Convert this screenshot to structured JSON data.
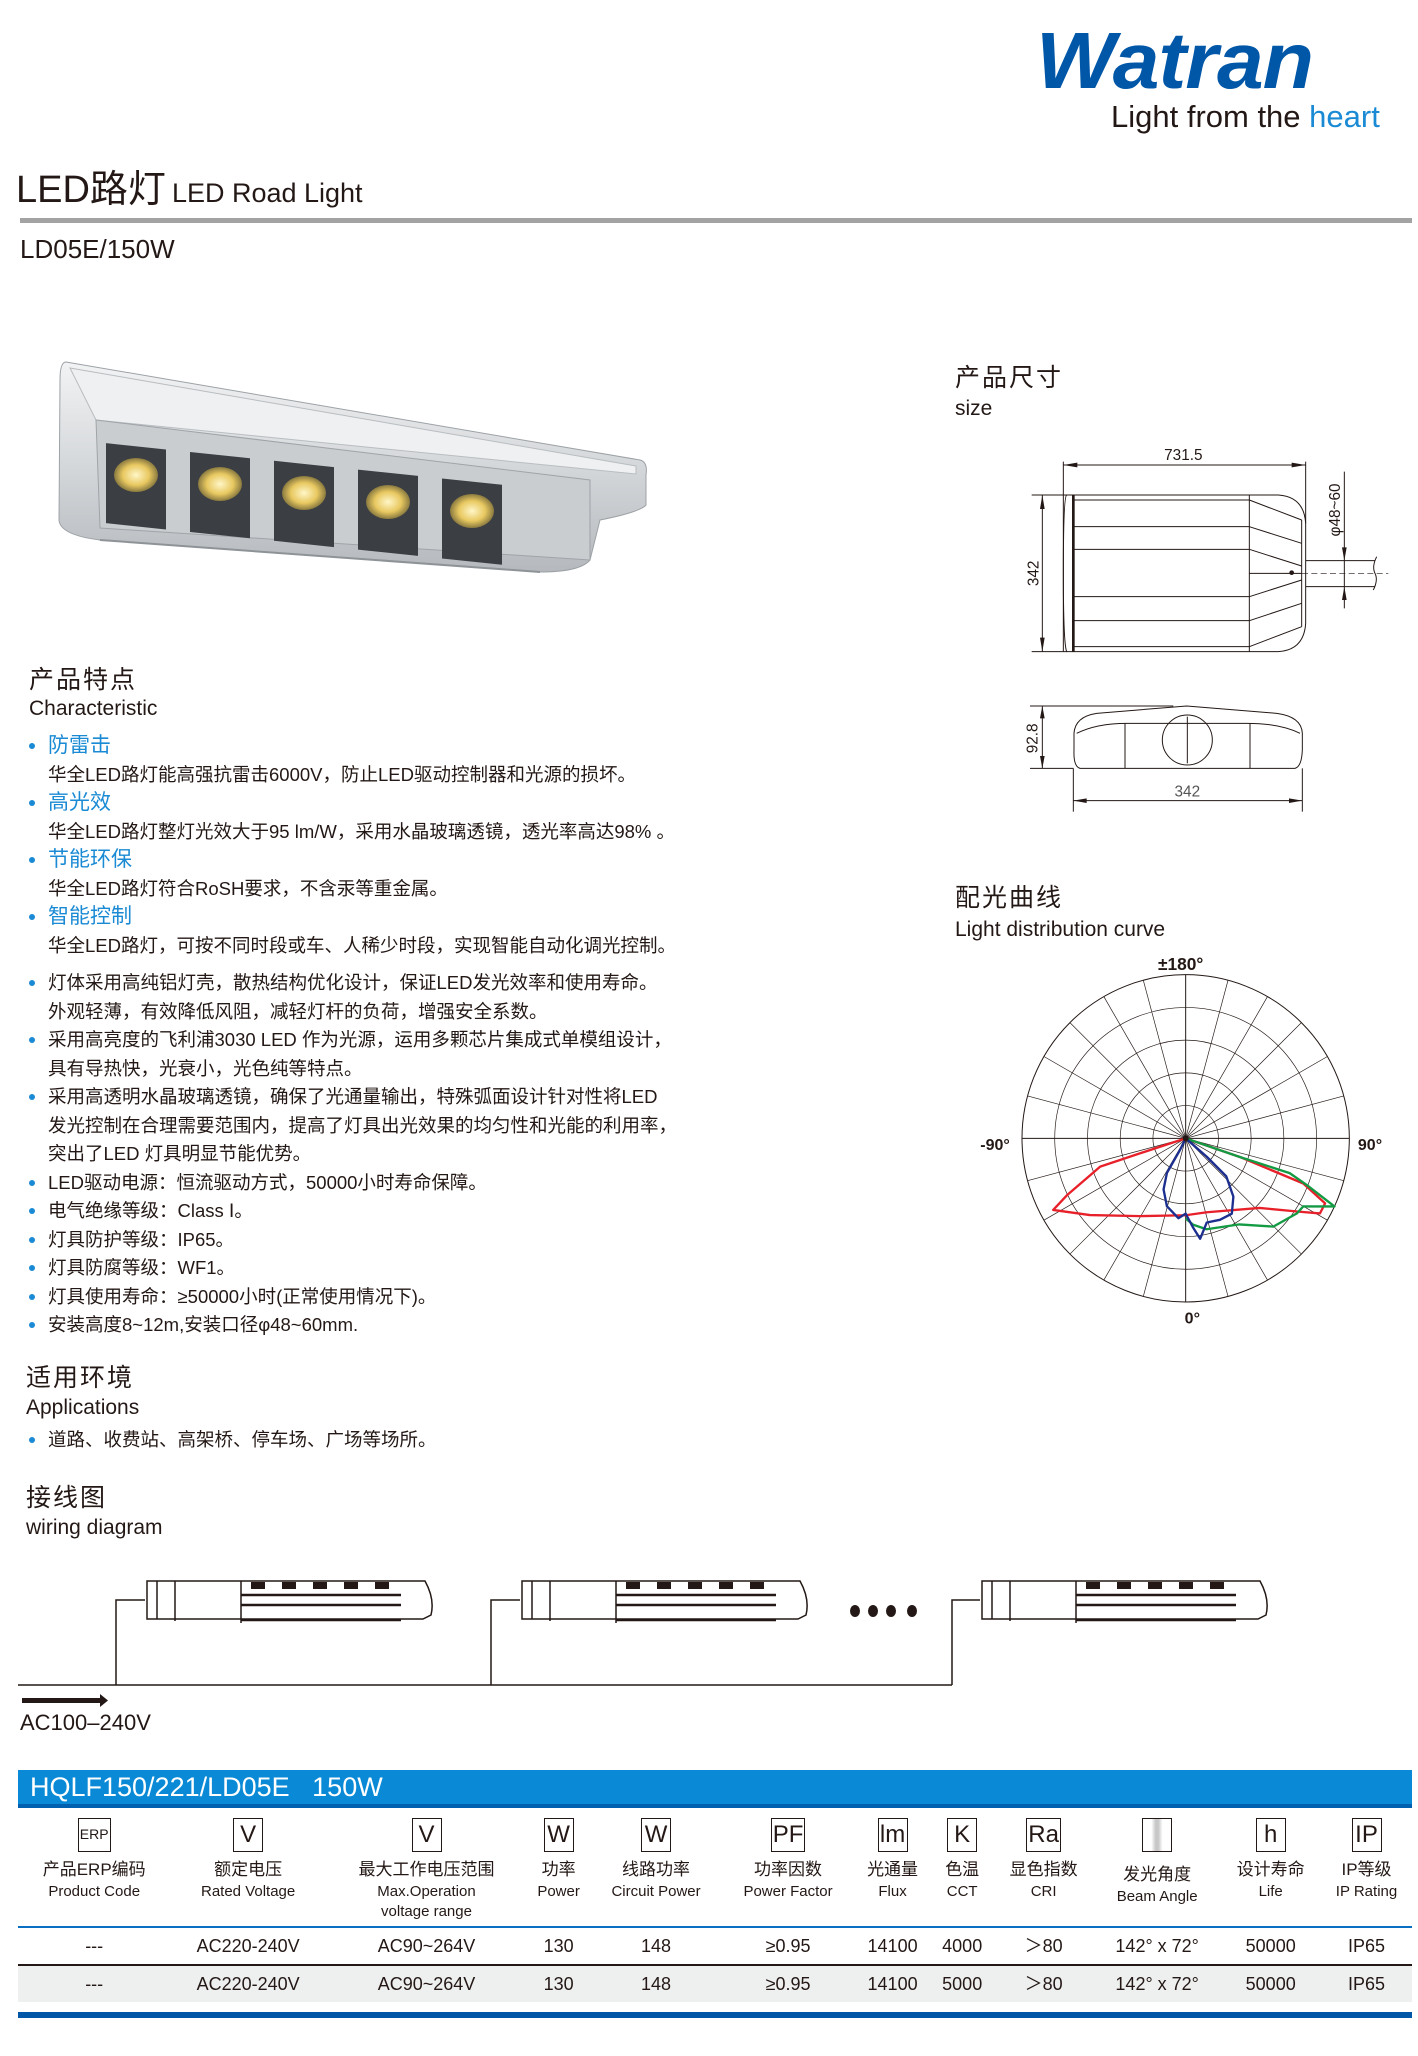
{
  "brand": {
    "name": "Watran",
    "tagline_prefix": "Light from the ",
    "tagline_highlight": "heart",
    "color": "#0057a8",
    "accent": "#1a8ad4"
  },
  "header": {
    "title_cn": "LED路灯",
    "title_en": "LED Road Light",
    "model": "LD05E/150W"
  },
  "size_section": {
    "title_cn": "产品尺寸",
    "title_en": "size",
    "dim_length": "731.5",
    "dim_width_top": "342",
    "dim_pole": "φ48~60",
    "dim_height": "92.8",
    "dim_width_side": "342"
  },
  "characteristic": {
    "title_cn": "产品特点",
    "title_en": "Characteristic",
    "features": [
      {
        "title": "防雷击",
        "body": "华全LED路灯能高强抗雷击6000V，防止LED驱动控制器和光源的损坏。"
      },
      {
        "title": "高光效",
        "body": "华全LED路灯整灯光效大于95 lm/W，采用水晶玻璃透镜，透光率高达98% 。"
      },
      {
        "title": "节能环保",
        "body": "华全LED路灯符合RoSH要求，不含汞等重金属。"
      },
      {
        "title": "智能控制",
        "body": "华全LED路灯，可按不同时段或车、人稀少时段，实现智能自动化调光控制。"
      }
    ],
    "extras": [
      {
        "lines": [
          "灯体采用高纯铝灯壳，散热结构优化设计，保证LED发光效率和使用寿命。",
          "外观轻薄，有效降低风阻，减轻灯杆的负荷，增强安全系数。"
        ]
      },
      {
        "lines": [
          "采用高亮度的飞利浦3030 LED 作为光源，运用多颗芯片集成式单模组设计，",
          "具有导热快，光衰小，光色纯等特点。"
        ]
      },
      {
        "lines": [
          "采用高透明水晶玻璃透镜，确保了光通量输出，特殊弧面设计针对性将LED",
          "发光控制在合理需要范围内，提高了灯具出光效果的均匀性和光能的利用率，",
          "突出了LED 灯具明显节能优势。"
        ]
      },
      {
        "lines": [
          "LED驱动电源：恒流驱动方式，50000小时寿命保障。"
        ]
      },
      {
        "lines": [
          "电气绝缘等级：Class Ⅰ。"
        ]
      },
      {
        "lines": [
          "灯具防护等级：IP65。"
        ]
      },
      {
        "lines": [
          "灯具防腐等级：WF1。"
        ]
      },
      {
        "lines": [
          "灯具使用寿命：≥50000小时(正常使用情况下)。"
        ]
      },
      {
        "lines": [
          "安装高度8~12m,安装口径φ48~60mm."
        ]
      }
    ]
  },
  "applications": {
    "title_cn": "适用环境",
    "title_en": "Applications",
    "text": "道路、收费站、高架桥、停车场、广场等场所。"
  },
  "wiring": {
    "title_cn": "接线图",
    "title_en": "wiring diagram",
    "input": "AC100–240V"
  },
  "chart_data": {
    "type": "polar",
    "title_cn": "配光曲线",
    "title": "Light distribution curve",
    "angle_labels": {
      "top": "±180°",
      "left": "-90°",
      "right": "90°",
      "bottom": "0°"
    },
    "grid": {
      "rings": 5,
      "spoke_step_deg": 15
    },
    "rlim": [
      0,
      1
    ],
    "series": [
      {
        "name": "red",
        "color": "#e8202a",
        "points": [
          [
            0,
            0
          ],
          [
            -71.8,
            0.29
          ],
          [
            -71.7,
            0.55
          ],
          [
            -64.5,
            0.8
          ],
          [
            -61.6,
            0.92
          ],
          [
            -51.3,
            0.75
          ],
          [
            -30.2,
            0.55
          ],
          [
            0,
            0.47
          ],
          [
            16,
            0.47
          ],
          [
            46.7,
            0.62
          ],
          [
            57.3,
            0.83
          ],
          [
            60.8,
            0.94
          ],
          [
            65,
            0.94
          ],
          [
            69,
            0.77
          ],
          [
            71,
            0.35
          ],
          [
            0,
            0
          ]
        ]
      },
      {
        "name": "green",
        "color": "#139a43",
        "points": [
          [
            0,
            0
          ],
          [
            71,
            0.35
          ],
          [
            71.5,
            0.67
          ],
          [
            69,
            0.79
          ],
          [
            65.4,
            1.0
          ],
          [
            59.9,
            0.83
          ],
          [
            56,
            0.82
          ],
          [
            44.8,
            0.76
          ],
          [
            32,
            0.62
          ],
          [
            12.9,
            0.57
          ],
          [
            5,
            0.53
          ],
          [
            0,
            0.49
          ]
        ]
      },
      {
        "name": "blue",
        "color": "#1c2f8f",
        "points": [
          [
            0,
            0
          ],
          [
            -26,
            0.08
          ],
          [
            -28.5,
            0.24
          ],
          [
            -23.4,
            0.34
          ],
          [
            -15.5,
            0.43
          ],
          [
            -5.2,
            0.49
          ],
          [
            0,
            0.46
          ],
          [
            4.9,
            0.55
          ],
          [
            8.2,
            0.62
          ],
          [
            14.1,
            0.53
          ],
          [
            22.8,
            0.54
          ],
          [
            31.5,
            0.54
          ],
          [
            39.3,
            0.46
          ],
          [
            46.9,
            0.34
          ],
          [
            48.9,
            0.17
          ],
          [
            0,
            0
          ]
        ]
      }
    ]
  },
  "spec": {
    "model_title": "HQLF150/221/LD05E   150W",
    "columns": [
      {
        "icon": "ERP",
        "cn": "产品ERP编码",
        "en": "Product Code"
      },
      {
        "icon": "V",
        "cn": "额定电压",
        "en": "Rated Voltage"
      },
      {
        "icon": "V",
        "cn": "最大工作电压范围",
        "en": "Max.Operation",
        "en2": "voltage range"
      },
      {
        "icon": "W",
        "cn": "功率",
        "en": "Power"
      },
      {
        "icon": "W",
        "cn": "线路功率",
        "en": "Circuit Power"
      },
      {
        "icon": "PF",
        "cn": "功率因数",
        "en": "Power Factor"
      },
      {
        "icon": "lm",
        "cn": "光通量",
        "en": "Flux"
      },
      {
        "icon": "K",
        "cn": "色温",
        "en": "CCT"
      },
      {
        "icon": "Ra",
        "cn": "显色指数",
        "en": "CRI"
      },
      {
        "icon": "",
        "cn": "发光角度",
        "en": "Beam Angle"
      },
      {
        "icon": "h",
        "cn": "设计寿命",
        "en": "Life"
      },
      {
        "icon": "IP",
        "cn": "IP等级",
        "en": "IP Rating"
      }
    ],
    "rows": [
      [
        "---",
        "AC220-240V",
        "AC90~264V",
        "130",
        "148",
        "≥0.95",
        "14100",
        "4000",
        "＞80",
        "142° x 72°",
        "50000",
        "IP65"
      ],
      [
        "---",
        "AC220-240V",
        "AC90~264V",
        "130",
        "148",
        "≥0.95",
        "14100",
        "5000",
        "＞80",
        "142° x 72°",
        "50000",
        "IP65"
      ]
    ]
  }
}
